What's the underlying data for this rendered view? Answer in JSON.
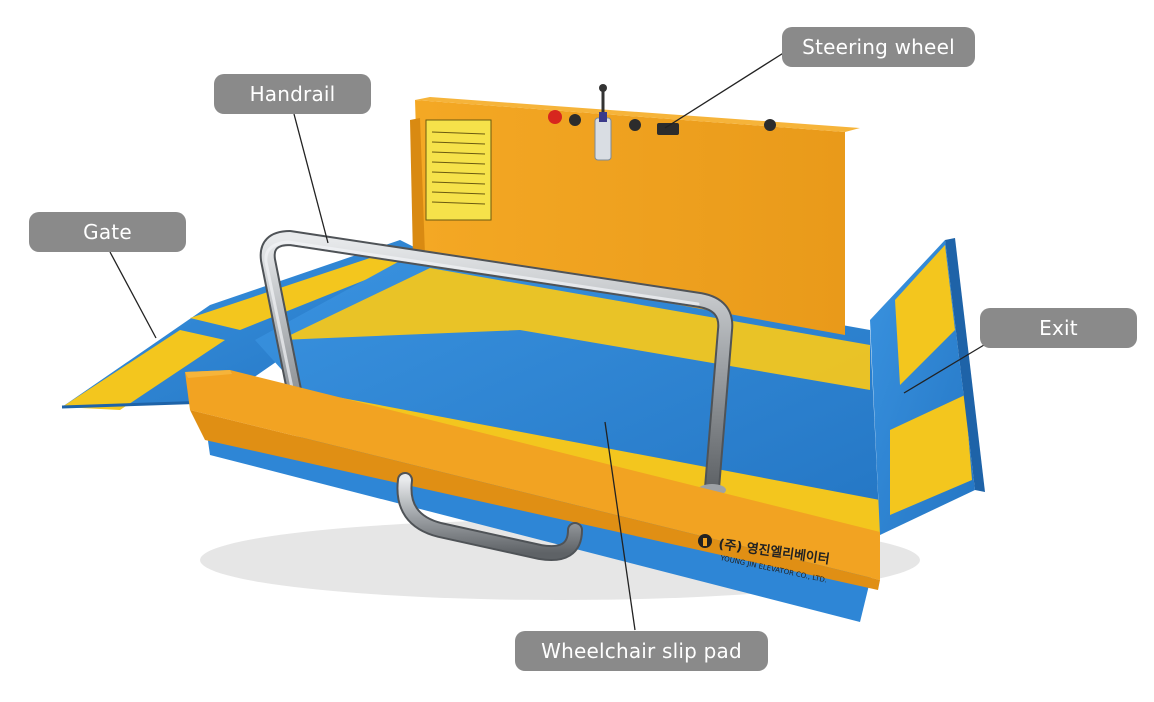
{
  "labels": {
    "steering_wheel": "Steering wheel",
    "handrail": "Handrail",
    "gate": "Gate",
    "exit": "Exit",
    "wheelchair_slip_pad": "Wheelchair slip pad"
  },
  "brand": {
    "name_ko": "(주) 영진엘리베이터",
    "name_en": "YOUNG JIN ELEVATOR CO., LTD."
  },
  "colors": {
    "body_yellow": "#f2a322",
    "stripe_yellow": "#f3c61e",
    "platform_blue": "#2e86d6",
    "callout_gray": "#8a8a8a",
    "steel": "#b9bcbf"
  }
}
